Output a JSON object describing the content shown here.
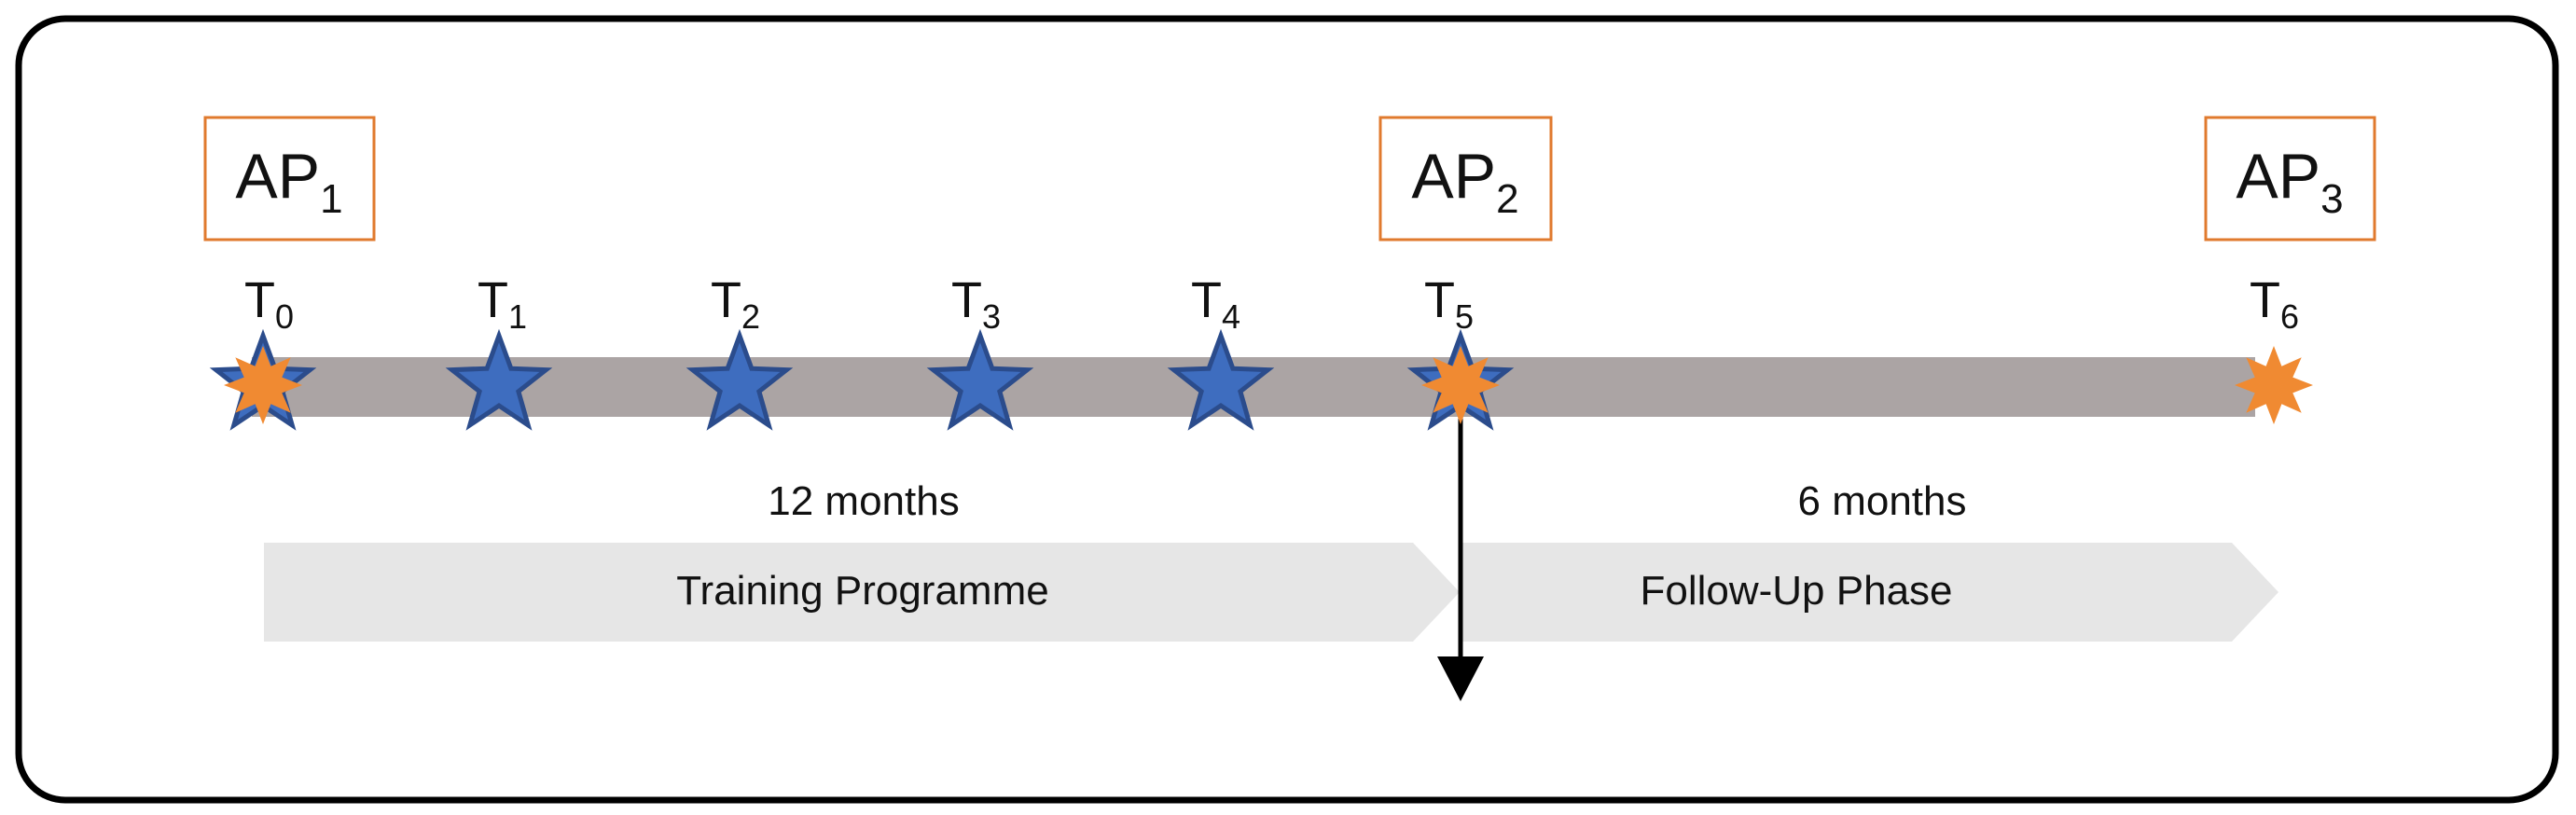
{
  "assessment_points": [
    {
      "base": "AP",
      "sub": "1",
      "at": "T0"
    },
    {
      "base": "AP",
      "sub": "2",
      "at": "T5"
    },
    {
      "base": "AP",
      "sub": "3",
      "at": "T6"
    }
  ],
  "timepoints": [
    {
      "base": "T",
      "sub": "0",
      "markers": [
        "blue-star",
        "orange-burst"
      ]
    },
    {
      "base": "T",
      "sub": "1",
      "markers": [
        "blue-star"
      ]
    },
    {
      "base": "T",
      "sub": "2",
      "markers": [
        "blue-star"
      ]
    },
    {
      "base": "T",
      "sub": "3",
      "markers": [
        "blue-star"
      ]
    },
    {
      "base": "T",
      "sub": "4",
      "markers": [
        "blue-star"
      ]
    },
    {
      "base": "T",
      "sub": "5",
      "markers": [
        "blue-star",
        "orange-burst"
      ]
    },
    {
      "base": "T",
      "sub": "6",
      "markers": [
        "orange-burst"
      ]
    }
  ],
  "durations": [
    {
      "label": "12 months"
    },
    {
      "label": "6 months"
    }
  ],
  "phases": [
    {
      "label": "Training Programme"
    },
    {
      "label": "Follow-Up Phase"
    }
  ],
  "colors": {
    "frame": "#000000",
    "ap_box_border": "#E07A2E",
    "timeline_bar": "#ABA4A4",
    "blue_star_fill": "#3E6DBF",
    "blue_star_stroke": "#2B4C8C",
    "orange_burst": "#F08A32",
    "phase_arrow": "#E6E6E6",
    "arrow": "#000000"
  }
}
